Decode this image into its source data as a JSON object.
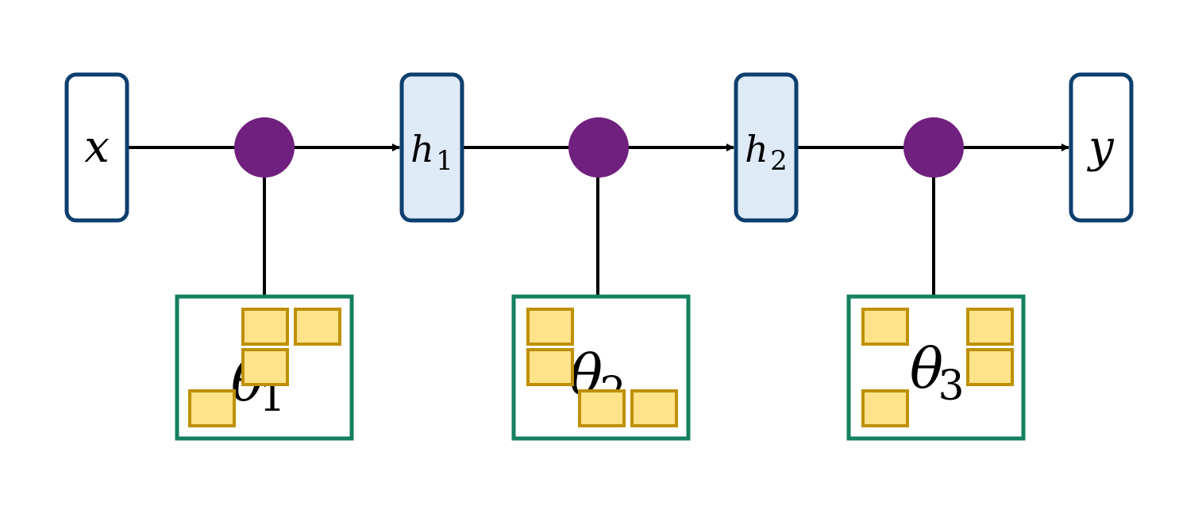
{
  "nodes": {
    "x": {
      "label": "x"
    },
    "h1": {
      "label": "h",
      "sub": "1"
    },
    "h2": {
      "label": "h",
      "sub": "2"
    },
    "y": {
      "label": "y"
    }
  },
  "params": [
    {
      "label": "θ",
      "sub": "1"
    },
    {
      "label": "θ",
      "sub": "2"
    },
    {
      "label": "θ",
      "sub": "3"
    }
  ],
  "colors": {
    "node_border": "#0d3f6e",
    "hidden_fill": "#deeaf6",
    "io_fill": "#ffffff",
    "op_circle": "#70207e",
    "param_border": "#138060",
    "chip_fill": "#fee38b",
    "chip_border": "#bf9000",
    "edge": "#000000"
  }
}
